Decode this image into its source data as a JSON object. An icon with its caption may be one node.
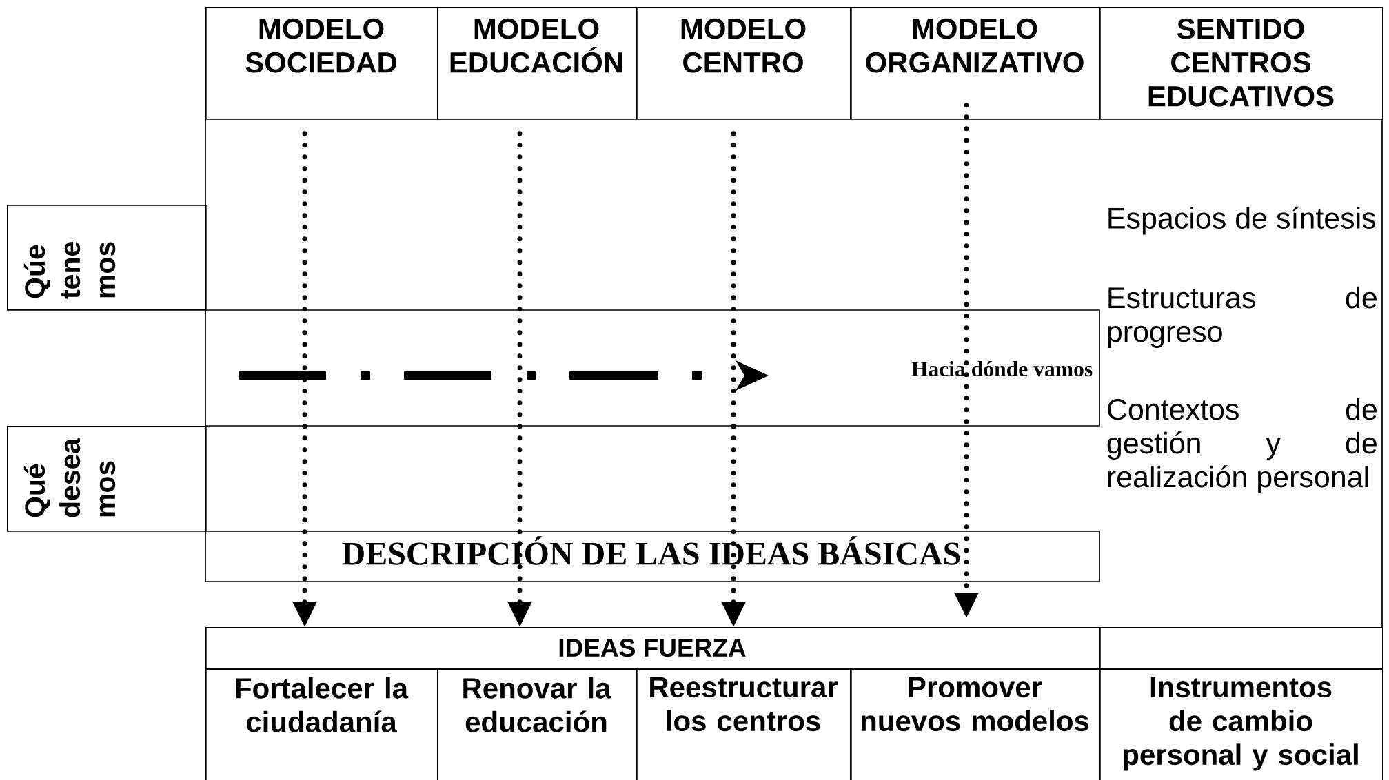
{
  "diagram": {
    "nodes": [
      {
        "text": [
          "MODELO SOCIEDAD"
        ]
      },
      {
        "text": [
          "MODELO EDUCACIÓN"
        ]
      },
      {
        "text": [
          "MODELO CENTRO"
        ]
      },
      {
        "text": [
          "MODELO ORGANIZATIVO"
        ]
      },
      {
        "text": [
          "SENTIDO CENTROS EDUCATIVOS"
        ]
      },
      {
        "text": [
          "Qúe tene mos"
        ]
      },
      {
        "text": [
          "Qué desea mos"
        ]
      },
      {
        "text": [
          "IDEAS FUERZA"
        ]
      },
      {
        "text": [],
        "shape": "box"
      },
      {
        "text": [
          "Fortalecer la ciudadanía"
        ]
      },
      {
        "text": [
          "Renovar la educación"
        ]
      },
      {
        "text": [
          "Reestructurar los centros"
        ]
      },
      {
        "text": [
          "Promover nuevos modelos"
        ]
      },
      {
        "text": [
          "Instrumentos de cambio personal y social"
        ]
      }
    ],
    "edges": [
      {
        "from": 0,
        "to": 7,
        "arrow": "to"
      },
      {
        "from": 1,
        "to": 7,
        "arrow": "to"
      },
      {
        "from": 2,
        "to": 7,
        "arrow": "to"
      },
      {
        "from": 3,
        "to": 7,
        "arrow": "to"
      }
    ],
    "labels": [
      "Espacios de síntesis",
      "Estructuras de progreso",
      "Hacia dónde vamos",
      "Contextos de gestión y de realización personal",
      "DESCRIPCIÓN DE LAS IDEAS BÁSICAS"
    ]
  }
}
